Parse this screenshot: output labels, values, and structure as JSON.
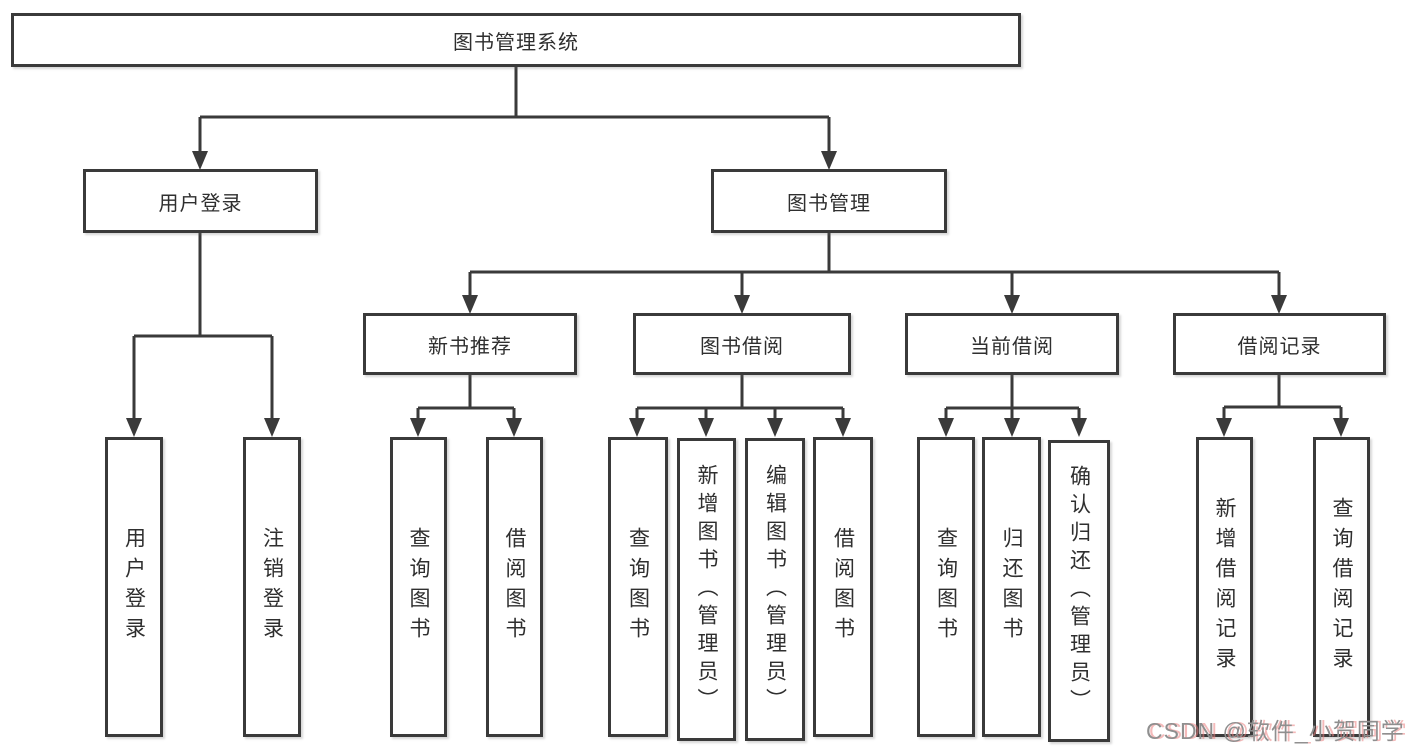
{
  "colors": {
    "line": "#3a3a3a",
    "text": "#2f2f2f",
    "watermark": "#8f8f8f",
    "background": "#ffffff"
  },
  "nodes": {
    "root": "图书管理系统",
    "user_login": "用户登录",
    "book_management": "图书管理",
    "new_book_recommend": "新书推荐",
    "book_borrowing": "图书借阅",
    "current_borrowing": "当前借阅",
    "borrowing_records": "借阅记录",
    "ul_user_login": "用户登录",
    "ul_logout": "注销登录",
    "nb_query_books": "查询图书",
    "nb_borrow_books": "借阅图书",
    "bb_query_books": "查询图书",
    "bb_add_books": "新增图书（管理员）",
    "bb_edit_books": "编辑图书（管理员）",
    "bb_borrow_books": "借阅图书",
    "cb_query_books": "查询图书",
    "cb_return_books": "归还图书",
    "cb_confirm_return": "确认归还（管理员）",
    "br_add_record": "新增借阅记录",
    "br_query_record": "查询借阅记录"
  },
  "watermark": {
    "text": "CSDN @软件_小贺同学"
  }
}
